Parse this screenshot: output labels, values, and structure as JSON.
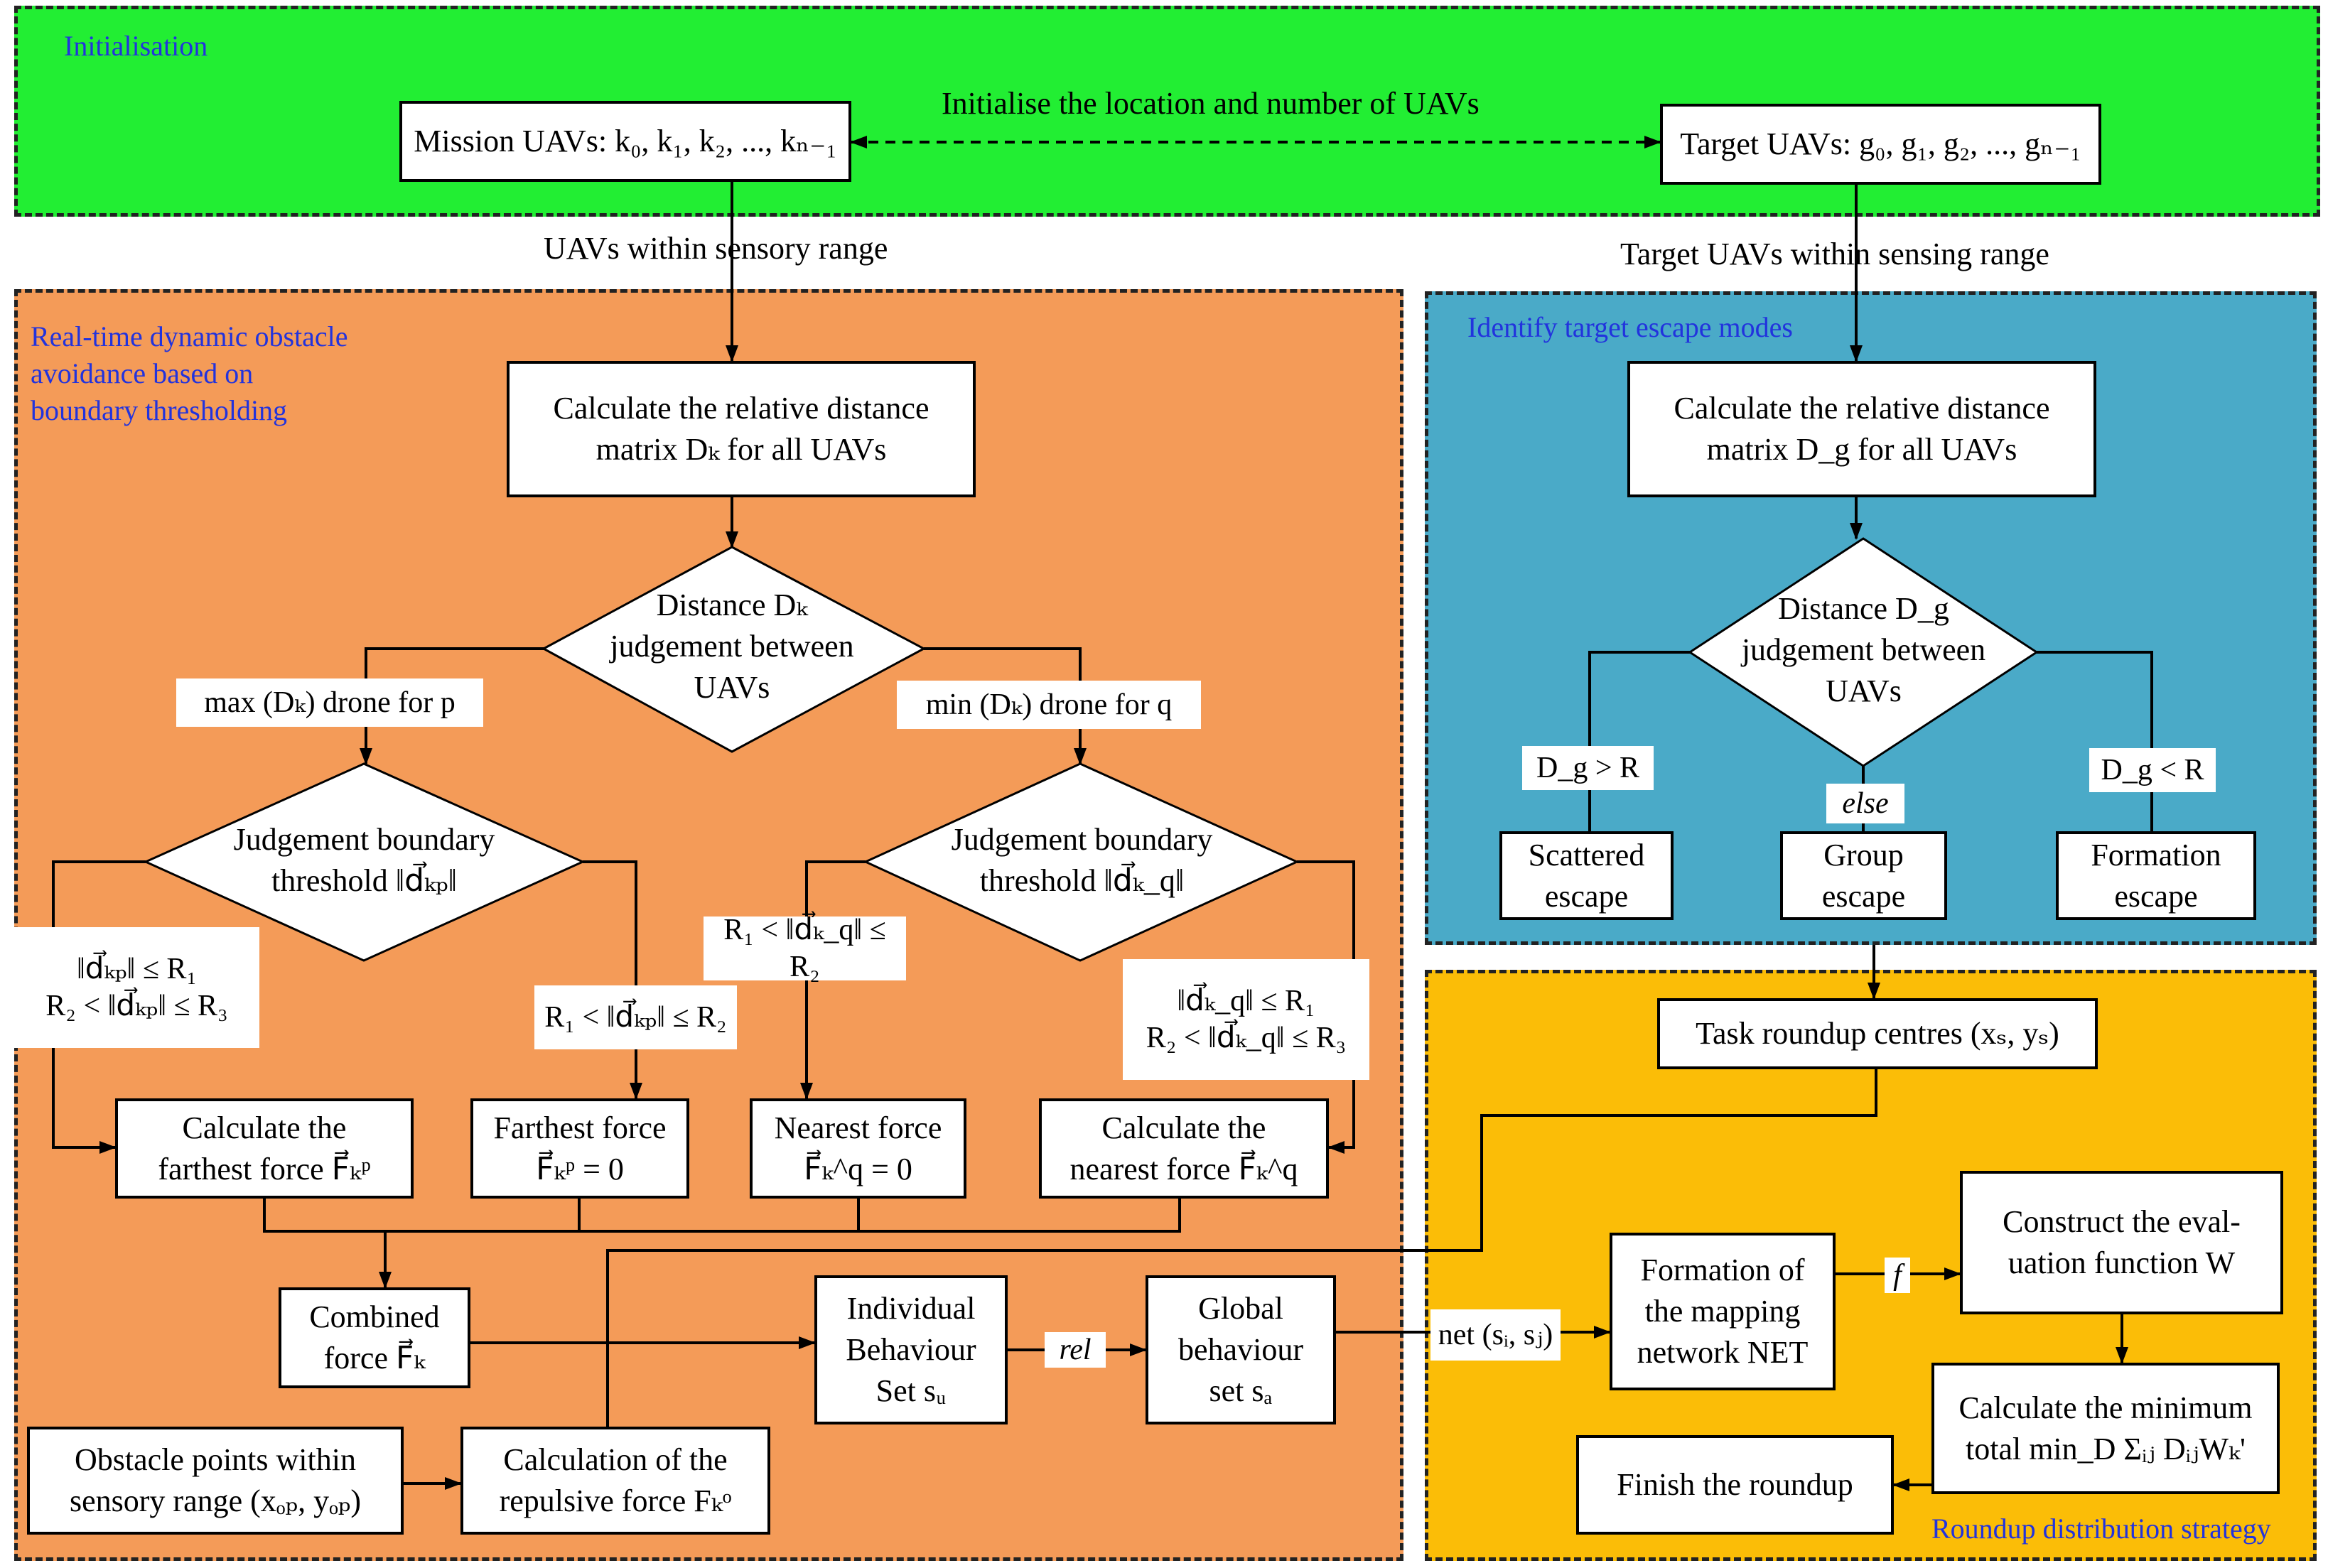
{
  "regions": {
    "initialisation": {
      "title": "Initialisation",
      "color": "#22ee33"
    },
    "obstacle": {
      "title": "Real-time dynamic obstacle\navoidance based on\nboundary thresholding",
      "color": "#f49b58"
    },
    "escape": {
      "title": "Identify target escape modes",
      "color": "#4aaac8"
    },
    "roundup": {
      "title": "Roundup distribution strategy",
      "color": "#fbbd07"
    }
  },
  "init": {
    "mission_uavs": "Mission UAVs: k₀, k₁, k₂, ..., kₙ₋₁",
    "target_uavs": "Target UAVs: g₀, g₁, g₂, ..., gₙ₋₁",
    "link_label": "Initialise the location and number of UAVs"
  },
  "flow_labels": {
    "sensory_range": "UAVs within sensory range",
    "sensing_range": "Target UAVs within sensing range"
  },
  "left": {
    "calc_dk": "Calculate the relative distance\nmatrix Dₖ for all UAVs",
    "decision_dk": "Distance Dₖ\njudgement between\nUAVs",
    "max_label": "max (Dₖ) drone for p",
    "min_label": "min (Dₖ) drone for q",
    "threshold_p": "Judgement boundary\nthreshold ‖d⃗ₖₚ‖",
    "threshold_q": "Judgement boundary\nthreshold ‖d⃗ₖ_q‖",
    "cond_p_left": "‖d⃗ₖₚ‖ ≤ R₁\nR₂ < ‖d⃗ₖₚ‖ ≤ R₃",
    "cond_p_right": "R₁ < ‖d⃗ₖₚ‖ ≤ R₂",
    "cond_q_left": "R₁ < ‖d⃗ₖ_q‖ ≤ R₂",
    "cond_q_right": "‖d⃗ₖ_q‖ ≤ R₁\nR₂ < ‖d⃗ₖ_q‖ ≤ R₃",
    "farthest_calc": "Calculate the\nfarthest force F⃗ₖᵖ",
    "farthest_zero": "Farthest force\nF⃗ₖᵖ = 0",
    "nearest_zero": "Nearest force\nF⃗ₖ^q = 0",
    "nearest_calc": "Calculate the\nnearest force F⃗ₖ^q",
    "combined": "Combined\nforce F⃗ₖ",
    "individual": "Individual\nBehaviour\nSet sᵤ",
    "rel_label": "rel",
    "global": "Global\nbehaviour\nset sₐ",
    "obstacle_points": "Obstacle points within\nsensory range (xₒₚ, yₒₚ)",
    "repulsive": "Calculation of the\nrepulsive force Fₖᵒ"
  },
  "right": {
    "calc_dg": "Calculate the relative distance\nmatrix D_g for all UAVs",
    "decision_dg": "Distance D_g\njudgement between\nUAVs",
    "dg_gt": "D_g > R",
    "dg_else": "else",
    "dg_lt": "D_g < R",
    "scattered": "Scattered\nescape",
    "group": "Group\nescape",
    "formation": "Formation\nescape",
    "roundup_centres": "Task roundup centres (xₛ, yₛ)",
    "net_label": "net (sᵢ, sⱼ)",
    "mapping": "Formation of\nthe mapping\nnetwork NET",
    "f_label": "f",
    "construct": "Construct the eval-\nuation function W",
    "calc_min": "Calculate the minimum\ntotal  min_D Σᵢⱼ DᵢⱼWₖ'",
    "finish": "Finish the roundup"
  }
}
